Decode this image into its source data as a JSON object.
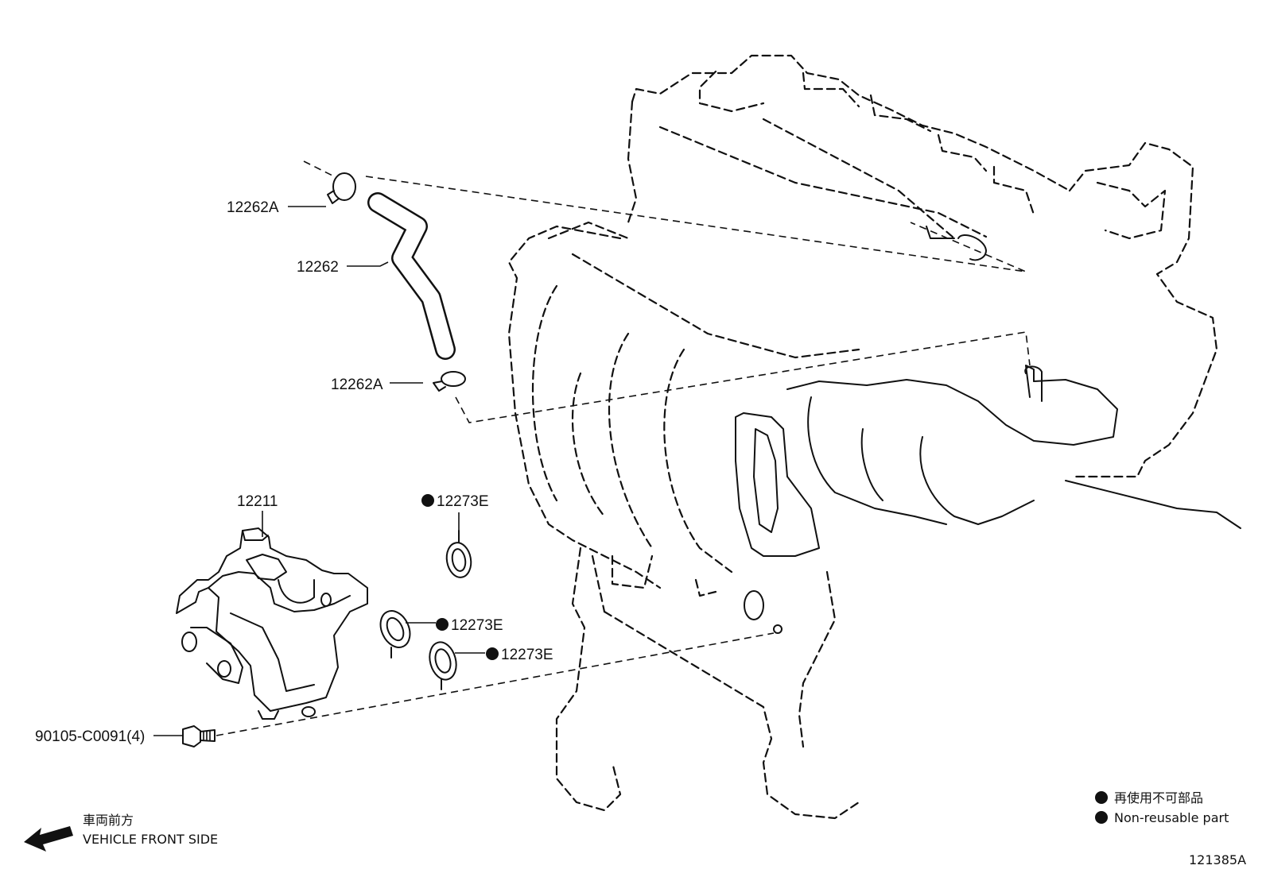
{
  "callouts": {
    "clip_upper": "12262A",
    "hose": "12262",
    "clip_lower": "12262A",
    "separator": "12211",
    "gasket_top": "12273E",
    "gasket_mid": "12273E",
    "gasket_low": "12273E",
    "bolt": "90105-C0091(4)"
  },
  "legend": {
    "jp": "再使用不可部品",
    "en": "Non-reusable part"
  },
  "direction": {
    "jp": "車両前方",
    "en": "VEHICLE FRONT SIDE"
  },
  "figure_id": "121385A",
  "icons": {
    "non_reusable_marker": "filled-circle-icon",
    "direction_marker": "arrow-left-icon"
  }
}
